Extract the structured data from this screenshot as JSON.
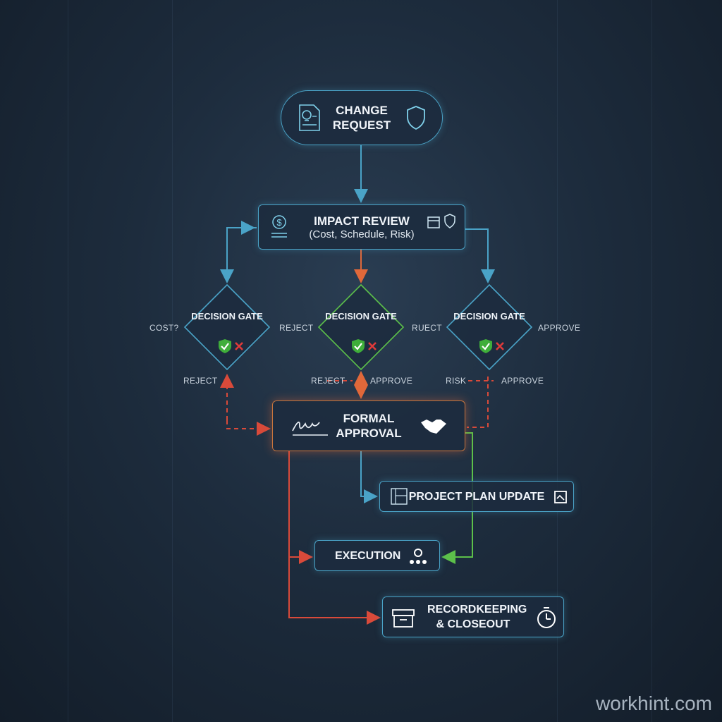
{
  "nodes": {
    "change_request": "CHANGE REQUEST",
    "impact_review_title": "IMPACT REVIEW",
    "impact_review_sub": "(Cost, Schedule, Risk)",
    "gate_left": "DECISION GATE",
    "gate_mid": "DECISION GATE",
    "gate_right": "DECISION GATE",
    "formal_approval": "FORMAL APPROVAL",
    "project_plan_update": "PROJECT PLAN UPDATE",
    "execution": "EXECUTION",
    "recordkeeping": "RECORDKEEPING & CLOSEOUT"
  },
  "edge_labels": {
    "cost": "COST?",
    "reject_left_right": "REJECT",
    "reject_mid_right": "RUECT",
    "approve_right": "APPROVE",
    "reject_below_left": "REJECT",
    "reject_below_mid": "REJECT",
    "approve_below_mid": "APPROVE",
    "risk_below_right": "RISK",
    "approve_below_right": "APPROVE"
  },
  "watermark": "workhint.com",
  "colors": {
    "blue": "#4aa3c7",
    "green": "#5cc04a",
    "orange": "#e0683a",
    "red": "#d94a3a"
  },
  "icons": [
    "document-idea-icon",
    "shield-icon",
    "dollar-icon",
    "calendar-icon",
    "shield-small-icon",
    "check-icon",
    "cross-icon",
    "signature-icon",
    "handshake-icon",
    "blueprint-icon",
    "plan-icon",
    "gear-team-icon",
    "archive-box-icon",
    "stopwatch-icon"
  ]
}
